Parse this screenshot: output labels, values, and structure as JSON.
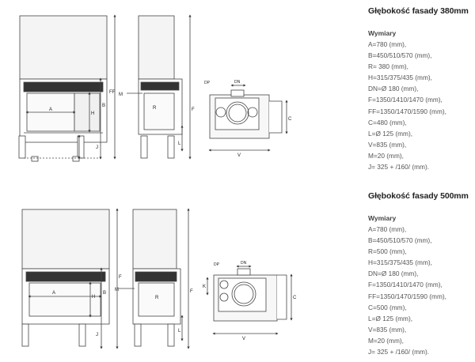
{
  "sections": [
    {
      "title": "Głębokość fasady 380mm",
      "subtitle": "Wymiary",
      "specs": [
        "A=780 (mm),",
        "B=450/510/570 (mm),",
        "R= 380 (mm),",
        "H=315/375/435 (mm),",
        "DN=Ø 180 (mm),",
        "F=1350/1410/1470 (mm),",
        "FF=1350/1470/1590 (mm),",
        "C=480 (mm),",
        "L=Ø 125 (mm),",
        "V=835 (mm),",
        "M=20 (mm),",
        "J= 325 + /160/ (mm)."
      ]
    },
    {
      "title": "Głębokość fasady 500mm",
      "subtitle": "Wymiary",
      "specs": [
        "A=780 (mm),",
        "B=450/510/570 (mm),",
        "R=500 (mm),",
        "H=315/375/435 (mm),",
        "DN=Ø 180 (mm),",
        "F=1350/1410/1470 (mm),",
        "FF=1350/1470/1590 (mm),",
        "C=500 (mm),",
        "L=Ø 125 (mm),",
        "V=835 (mm),",
        "M=20 (mm),",
        "J= 325 + /160/ (mm)."
      ]
    }
  ],
  "drawing_labels": {
    "A": "A",
    "B": "B",
    "H": "H",
    "J": "J",
    "F": "F",
    "FF": "FF",
    "M": "M",
    "R": "R",
    "L": "L",
    "C": "C",
    "V": "V",
    "K": "K",
    "DP": "DP",
    "DN": "DN"
  }
}
